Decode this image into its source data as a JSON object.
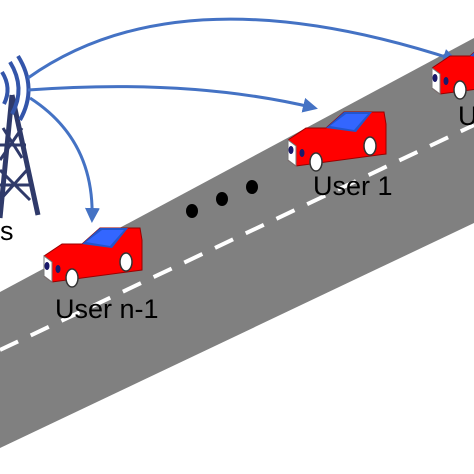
{
  "labels": {
    "user_1": "User 1",
    "user_n_minus_1": "User n-1",
    "user_partial": "U",
    "bs_partial": "s"
  },
  "colors": {
    "road": "#808080",
    "lane_marking": "#ffffff",
    "arrow": "#4472c4",
    "tower": "#2f3a6a",
    "signal": "#3355aa",
    "car_body": "#ff0000",
    "car_roof": "#2255cc",
    "car_window": "#3366ff",
    "wheel": "#ffffff",
    "headlight": "#1a1a6a",
    "ellipsis_dot": "#000000"
  },
  "icons": {
    "base_station": "cell-tower-icon",
    "vehicle": "car-icon",
    "continuation": "ellipsis-dots"
  }
}
